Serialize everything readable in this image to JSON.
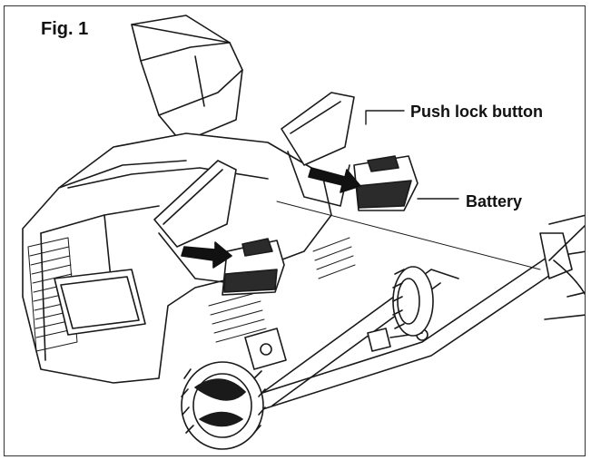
{
  "figure": {
    "title": "Fig. 1",
    "callouts": {
      "push_lock_button": "Push lock button",
      "battery": "Battery"
    }
  },
  "colors": {
    "line": "#1a1a1a",
    "battery_fill": "#2b2b2b",
    "arrow": "#111111"
  }
}
